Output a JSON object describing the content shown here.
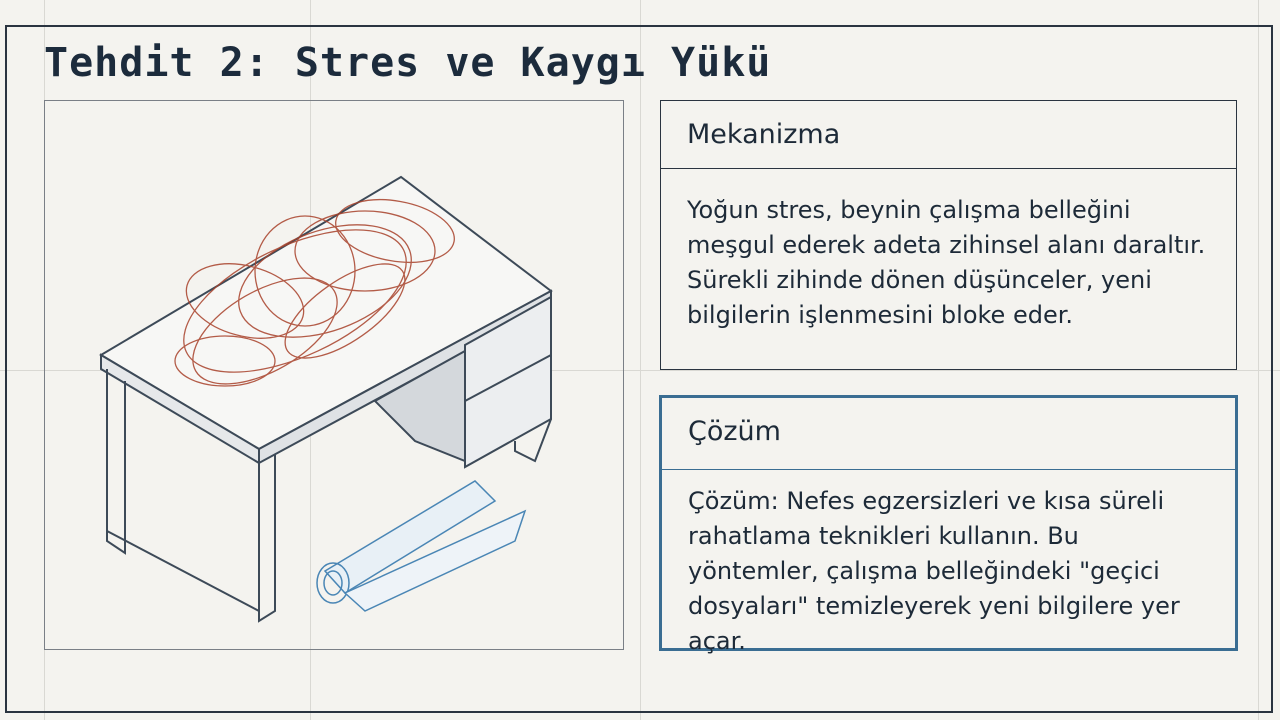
{
  "slide": {
    "title": "Tehdit 2: Stres ve Kaygı Yükü"
  },
  "mechanism": {
    "heading": "Mekanizma",
    "body": "Yoğun stres, beynin çalışma belleğini meşgul ederek adeta zihinsel alanı daraltır. Sürekli zihinde dönen düşünceler, yeni bilgilerin işlenmesini bloke eder."
  },
  "solution": {
    "heading": "Çözüm",
    "body": "Çözüm: Nefes egzersizleri ve kısa süreli rahatlama teknikleri kullanın. Bu yöntemler, çalışma belleğindeki \"geçici dosyaları\" temizleyerek yeni bilgilere yer açar."
  },
  "colors": {
    "ink": "#1c2b3c",
    "accent": "#3a6d92",
    "tangle": "#a8412a",
    "paper": "#f4f3ef"
  }
}
